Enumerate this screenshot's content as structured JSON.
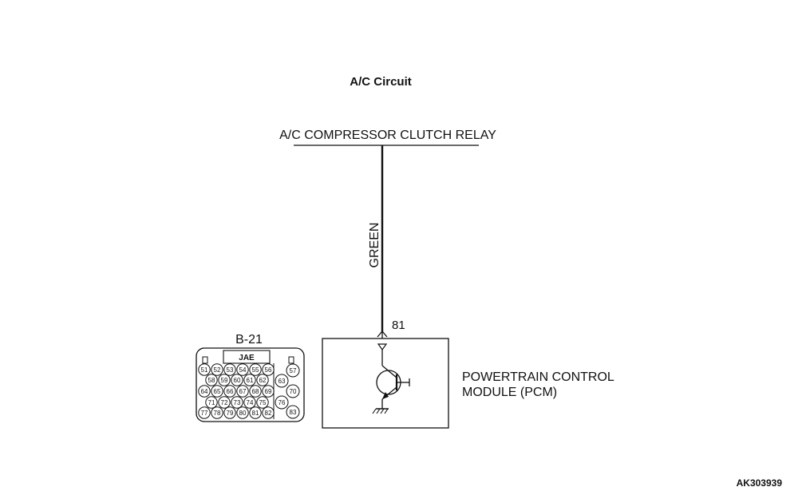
{
  "title": "A/C Circuit",
  "relay_label": "A/C COMPRESSOR CLUTCH RELAY",
  "wire_color": "GREEN",
  "pin_number": "81",
  "connector": {
    "name": "B-21",
    "manufacturer": "JAE",
    "rows": [
      [
        "51",
        "52",
        "53",
        "54",
        "55",
        "56"
      ],
      [
        "58",
        "59",
        "60",
        "61",
        "62"
      ],
      [
        "64",
        "65",
        "66",
        "67",
        "68",
        "69"
      ],
      [
        "71",
        "72",
        "73",
        "74",
        "75"
      ],
      [
        "77",
        "78",
        "79",
        "80",
        "81",
        "82"
      ]
    ],
    "right_pins": [
      "57",
      "63",
      "70",
      "76",
      "83"
    ]
  },
  "module": {
    "line1": "POWERTRAIN CONTROL",
    "line2": "MODULE (PCM)"
  },
  "reference_code": "AK303939"
}
